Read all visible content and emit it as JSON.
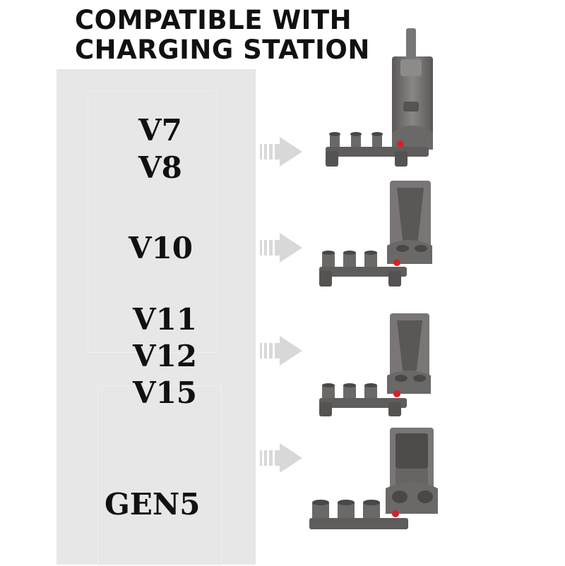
{
  "title": "COMPATIBLE WITH\nCHARGING STATION",
  "models": {
    "group1": [
      "V7",
      "V8"
    ],
    "group2": [
      "V10"
    ],
    "group3": [
      "V11",
      "V12",
      "V15"
    ],
    "group4": [
      "GEN5"
    ]
  },
  "colors": {
    "panel": "#e7e7e7",
    "arrow": "#d8d8d8",
    "metal": "#6b6868",
    "accent": "#d6202a"
  },
  "icons": [
    "arrow-right-icon",
    "charging-dock-icon"
  ]
}
